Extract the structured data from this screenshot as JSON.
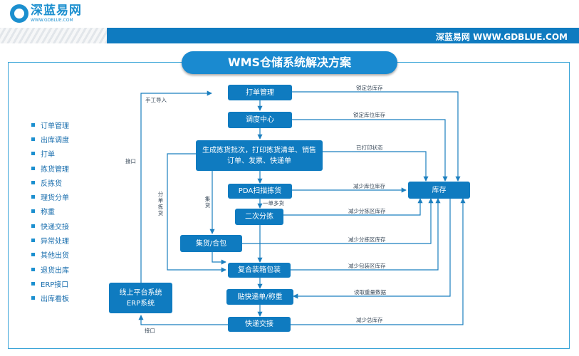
{
  "header": {
    "logo_name": "深蓝易网",
    "logo_url": "WWW.GDBLUE.COM",
    "banner_brand": "深蓝易网 WWW.GDBLUE.COM"
  },
  "title": "WMS仓储系统解决方案",
  "features": [
    "订单管理",
    "出库调度",
    "打单",
    "拣货管理",
    "反拣货",
    "理货分单",
    "称重",
    "快递交接",
    "异常处理",
    "其他出货",
    "退货出库",
    "ERP接口",
    "出库看板"
  ],
  "nodes": {
    "print_mgmt": "打单管理",
    "dispatch": "调度中心",
    "batch": "生成拣货批次，打印拣货清单、销售订单、发票、快递单",
    "pda_scan": "PDA扫描拣货",
    "second_sort": "二次分拣",
    "collect": "集货/合包",
    "review_pack": "复合装箱包装",
    "label_weigh": "贴快递单/称重",
    "handover": "快递交接",
    "online": "线上平台系统 ERP系统",
    "inventory": "库存"
  },
  "labels": {
    "manual_import": "手工导入",
    "interface_top": "接口",
    "interface_bottom": "接口",
    "sort_pick": "分单拣货",
    "collect_goods": "集货",
    "multi_goods": "一单多货",
    "lock_total": "锁定总库存",
    "lock_location": "锁定库位库存",
    "printed_status": "已打印状态",
    "reduce_location": "减少库位库存",
    "reduce_sort_area_1": "减少分拣区库存",
    "reduce_sort_area_2": "减少分拣区库存",
    "reduce_pack_area": "减少包装区库存",
    "read_weight": "读取重量数据",
    "reduce_total": "减少总库存"
  },
  "colors": {
    "primary": "#0f7bc0",
    "title_pill": "#1a8ad0",
    "frame": "#3aa5d8",
    "line": "#1b7fbf"
  }
}
